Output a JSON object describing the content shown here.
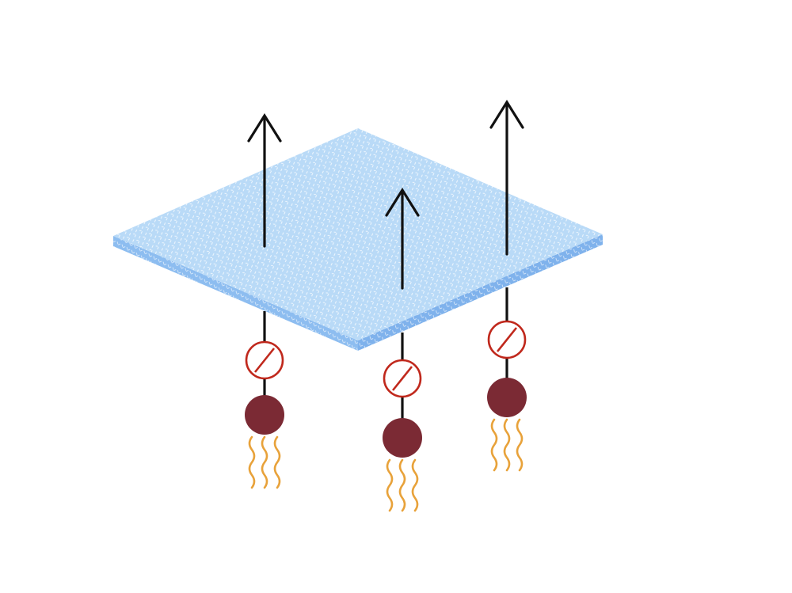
{
  "diagram": {
    "membrane": {
      "icon": "textured-slab",
      "top_color": "#b9daf7",
      "front_color": "#8dbdf0",
      "side_color": "#7fb2ec",
      "texture_color": "#ffffff"
    },
    "assemblies": [
      {
        "id": "left",
        "icon": "up-arrow + inhibitor-symbol + bead + tentacles"
      },
      {
        "id": "middle",
        "icon": "up-arrow + inhibitor-symbol + bead + tentacles"
      },
      {
        "id": "right",
        "icon": "up-arrow + inhibitor-symbol + bead + tentacles"
      }
    ],
    "colors": {
      "arrow": "#111111",
      "stem": "#111111",
      "inhibitor": "#c0281c",
      "bead": "#7b2a34",
      "tentacle": "#e8a23a"
    }
  }
}
